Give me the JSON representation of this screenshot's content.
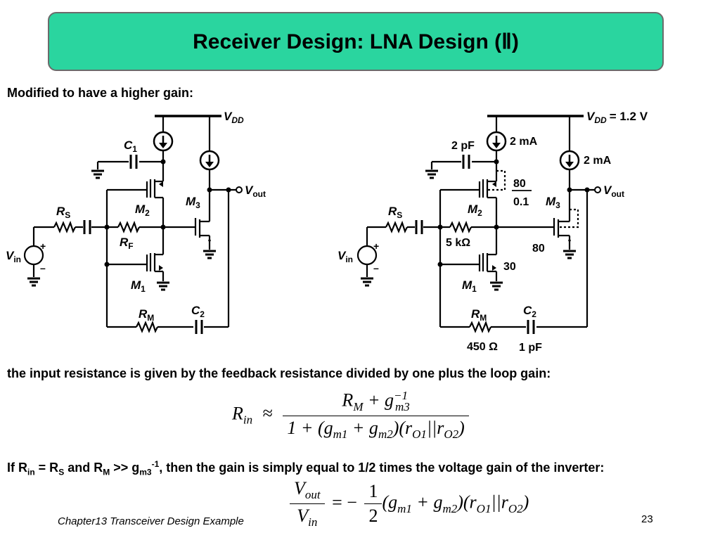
{
  "slide": {
    "title": "Receiver Design: LNA Design (Ⅱ)",
    "subtitle": "Modified to have a higher gain:",
    "footer": "Chapter13 Transceiver Design Example",
    "page_number": "23"
  },
  "circuit_left": {
    "vdd": "V",
    "vdd_sub": "DD",
    "c1": "C",
    "c1_sub": "1",
    "m2": "M",
    "m2_sub": "2",
    "m3": "M",
    "m3_sub": "3",
    "m1": "M",
    "m1_sub": "1",
    "rs": "R",
    "rs_sub": "S",
    "rf": "R",
    "rf_sub": "F",
    "rm": "R",
    "rm_sub": "M",
    "c2": "C",
    "c2_sub": "2",
    "vin": "V",
    "vin_sub": "in",
    "vout": "V",
    "vout_sub": "out",
    "plus": "+",
    "minus": "–"
  },
  "circuit_right": {
    "vdd": "V",
    "vdd_sub": "DD",
    "vdd_value": "= 1.2 V",
    "c1_value": "2 pF",
    "i1": "2 mA",
    "i2": "2 mA",
    "m2": "M",
    "m2_sub": "2",
    "m2_num": "80",
    "m2_den": "0.1",
    "m3": "M",
    "m3_sub": "3",
    "m3_value": "80",
    "m1": "M",
    "m1_sub": "1",
    "m1_value": "30",
    "rs": "R",
    "rs_sub": "S",
    "rf_value": "5 kΩ",
    "rm": "R",
    "rm_sub": "M",
    "rm_value": "450 Ω",
    "c2": "C",
    "c2_sub": "2",
    "c2_value": "1 pF",
    "vin": "V",
    "vin_sub": "in",
    "vout": "V",
    "vout_sub": "out",
    "plus": "+",
    "minus": "–"
  },
  "text": {
    "sentence1": "the input resistance is given by the feedback resistance divided by one plus the loop gain:",
    "s2_a": "If R",
    "s2_in": "in",
    "s2_b": " = R",
    "s2_s": "S",
    "s2_c": " and R",
    "s2_m": "M",
    "s2_d": " >> g",
    "s2_m3": "m3",
    "s2_exp": "-1",
    "s2_e": ", then the gain is simply equal to 1/2 times the voltage gain of the inverter:"
  },
  "equation1": {
    "lhs": "R",
    "lhs_sub": "in",
    "approx": "≈",
    "num_a": "R",
    "num_a_sub": "M",
    "num_plus": " + g",
    "num_b_sub": "m3",
    "num_b_sup": "−1",
    "den_a": "1 + (g",
    "den_gm1": "m1",
    "den_b": " + g",
    "den_gm2": "m2",
    "den_c": ")(r",
    "den_ro1": "O1",
    "den_d": "||r",
    "den_ro2": "O2",
    "den_e": ")"
  },
  "equation2": {
    "num": "V",
    "num_sub": "out",
    "den": "V",
    "den_sub": "in",
    "eq": "= −",
    "half_num": "1",
    "half_den": "2",
    "a": "(g",
    "gm1": "m1",
    "b": " + g",
    "gm2": "m2",
    "c": ")(r",
    "ro1": "O1",
    "d": "||r",
    "ro2": "O2",
    "e": ")"
  }
}
